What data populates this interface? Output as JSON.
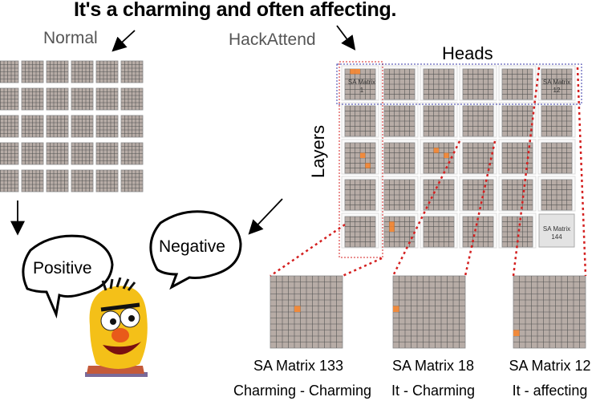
{
  "title": "It's a charming and often affecting.",
  "labels": {
    "normal": "Normal",
    "hackattend": "HackAttend",
    "heads": "Heads",
    "layers": "Layers"
  },
  "bubbles": {
    "positive": "Positive",
    "negative": "Negative"
  },
  "matrix_labels": {
    "first": [
      "SA Matrix",
      "1"
    ],
    "head12": [
      "SA Matrix",
      "12"
    ],
    "last": [
      "SA Matrix",
      "144"
    ]
  },
  "zooms": [
    {
      "name": "SA Matrix 133",
      "pair": "Charming - Charming"
    },
    {
      "name": "SA Matrix 18",
      "pair": "It - Charming"
    },
    {
      "name": "SA Matrix 12",
      "pair": "It - affecting"
    }
  ],
  "colors": {
    "cell": "#b7aca6",
    "cell_border": "#555555",
    "highlight": "#f08a3c",
    "dashed_red": "#d42020",
    "dashed_blue": "#3a3aa8"
  }
}
